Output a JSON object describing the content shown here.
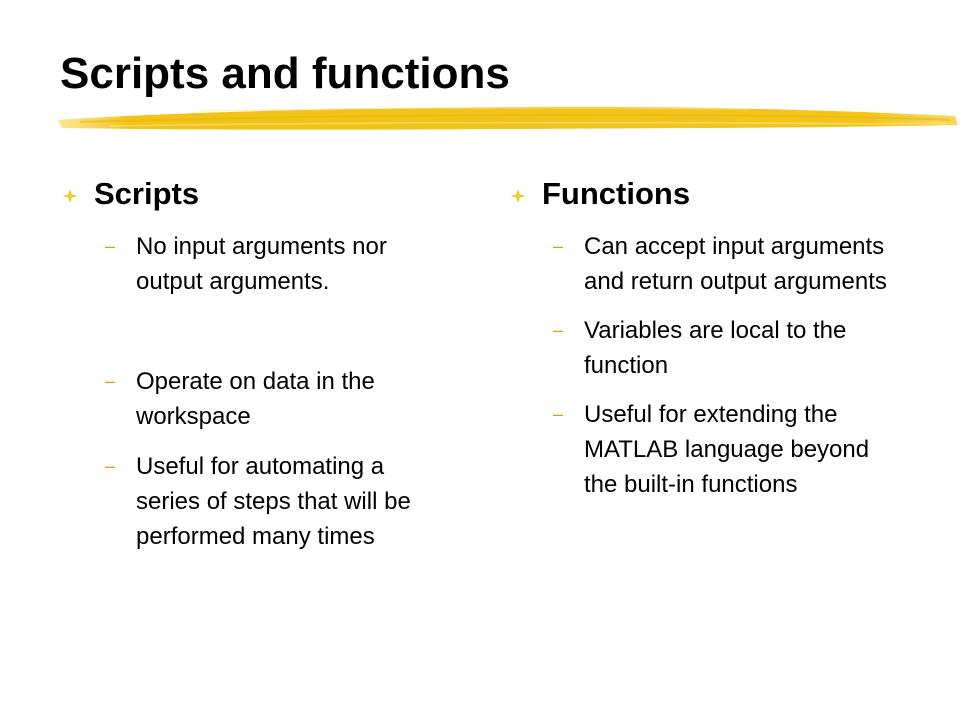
{
  "slide": {
    "title": "Scripts and functions",
    "accent_color": "#f2c318",
    "dash_color": "#d8a400",
    "bullet_icon": "four-point-star-icon"
  },
  "columns": [
    {
      "heading": "Scripts",
      "items": [
        "No input arguments nor output arguments.",
        "Operate on data in the workspace",
        "Useful for automating a series of steps that will be performed many times"
      ]
    },
    {
      "heading": "Functions",
      "items": [
        "Can accept input arguments and return output arguments",
        "Variables are local to the function",
        "Useful for extending the MATLAB language beyond the built-in functions"
      ]
    }
  ]
}
